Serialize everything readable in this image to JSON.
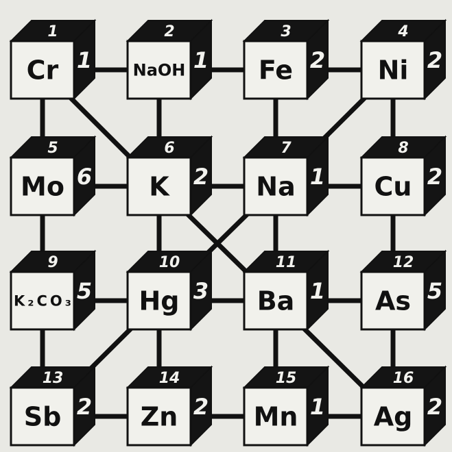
{
  "cubes": [
    {
      "number": "1",
      "label": "Cr",
      "value": "1"
    },
    {
      "number": "2",
      "label": "NaOH",
      "value": "1"
    },
    {
      "number": "3",
      "label": "Fe",
      "value": "2"
    },
    {
      "number": "4",
      "label": "Ni",
      "value": "2"
    },
    {
      "number": "5",
      "label": "Mo",
      "value": "6"
    },
    {
      "number": "6",
      "label": "K",
      "value": "2"
    },
    {
      "number": "7",
      "label": "Na",
      "value": "1"
    },
    {
      "number": "8",
      "label": "Cu",
      "value": "2"
    },
    {
      "number": "9",
      "label": "K₂CO₃",
      "value": "5"
    },
    {
      "number": "10",
      "label": "Hg",
      "value": "3"
    },
    {
      "number": "11",
      "label": "Ba",
      "value": "1"
    },
    {
      "number": "12",
      "label": "As",
      "value": "5"
    },
    {
      "number": "13",
      "label": "Sb",
      "value": "2"
    },
    {
      "number": "14",
      "label": "Zn",
      "value": "2"
    },
    {
      "number": "15",
      "label": "Mn",
      "value": "1"
    },
    {
      "number": "16",
      "label": "Ag",
      "value": "2"
    }
  ],
  "connections": [
    [
      1,
      2
    ],
    [
      2,
      3
    ],
    [
      3,
      4
    ],
    [
      5,
      6
    ],
    [
      6,
      7
    ],
    [
      7,
      8
    ],
    [
      9,
      10
    ],
    [
      10,
      11
    ],
    [
      11,
      12
    ],
    [
      13,
      14
    ],
    [
      14,
      15
    ],
    [
      15,
      16
    ],
    [
      1,
      5
    ],
    [
      5,
      9
    ],
    [
      9,
      13
    ],
    [
      2,
      6
    ],
    [
      6,
      10
    ],
    [
      10,
      14
    ],
    [
      3,
      7
    ],
    [
      7,
      11
    ],
    [
      11,
      15
    ],
    [
      4,
      8
    ],
    [
      8,
      12
    ],
    [
      12,
      16
    ],
    [
      1,
      6
    ],
    [
      6,
      11
    ],
    [
      11,
      16
    ],
    [
      4,
      7
    ],
    [
      7,
      10
    ],
    [
      10,
      13
    ]
  ]
}
